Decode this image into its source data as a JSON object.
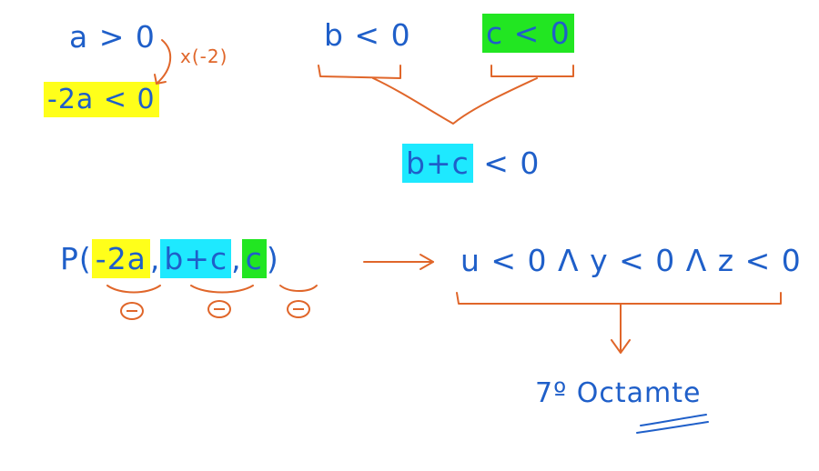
{
  "board": {
    "ineq_a": "a > 0",
    "multiplier": "x(-2)",
    "ineq_neg2a": "-2a < 0",
    "ineq_b": "b < 0",
    "ineq_c": "c < 0",
    "ineq_bc_highlight": "b+c",
    "ineq_bc_rest": " < 0",
    "point": {
      "prefix": "P(",
      "coord1": "-2a",
      "sep1": ",",
      "coord2": "b+c",
      "sep2": ",",
      "coord3": "c",
      "suffix": ")"
    },
    "conditions": "u < 0  Λ  y < 0  Λ  z < 0",
    "result": "7º Octamte"
  },
  "colors": {
    "ink_blue": "#1f5fc9",
    "ink_orange": "#e0662a",
    "highlight_yellow": "#ffff1a",
    "highlight_cyan": "#1ee9ff",
    "highlight_green": "#22e622"
  }
}
